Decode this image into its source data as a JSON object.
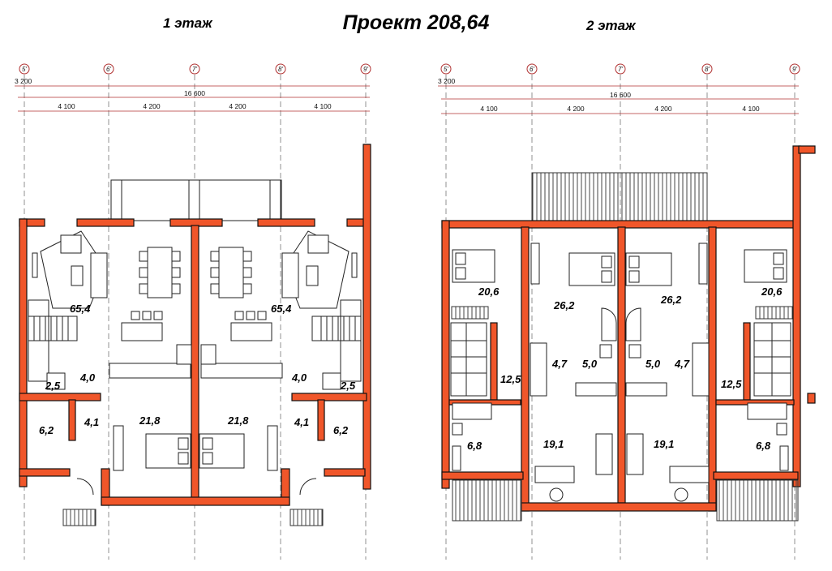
{
  "title": "Проект 208,64",
  "floor1": {
    "label": "1 этаж",
    "axes": [
      "5'",
      "6'",
      "7'",
      "8'",
      "9'"
    ],
    "dims": {
      "overall": "16 600",
      "offset": "3 200",
      "spans": [
        "4 100",
        "4 200",
        "4 200",
        "4 100"
      ]
    },
    "areas": [
      "65,4",
      "65,4",
      "4,0",
      "4,0",
      "2,5",
      "2,5",
      "6,2",
      "4,1",
      "21,8",
      "21,8",
      "4,1",
      "6,2"
    ]
  },
  "floor2": {
    "label": "2 этаж",
    "axes": [
      "5'",
      "6'",
      "7'",
      "8'",
      "9'"
    ],
    "dims": {
      "overall": "16 600",
      "offset": "3 200",
      "spans": [
        "4 100",
        "4 200",
        "4 200",
        "4 100"
      ]
    },
    "areas": [
      "20,6",
      "26,2",
      "26,2",
      "20,6",
      "4,7",
      "5,0",
      "5,0",
      "4,7",
      "12,5",
      "12,5",
      "19,1",
      "19,1",
      "6,8",
      "6,8"
    ]
  },
  "colors": {
    "wall": "#f0562a",
    "line": "#222222",
    "axis": "#b03030"
  }
}
